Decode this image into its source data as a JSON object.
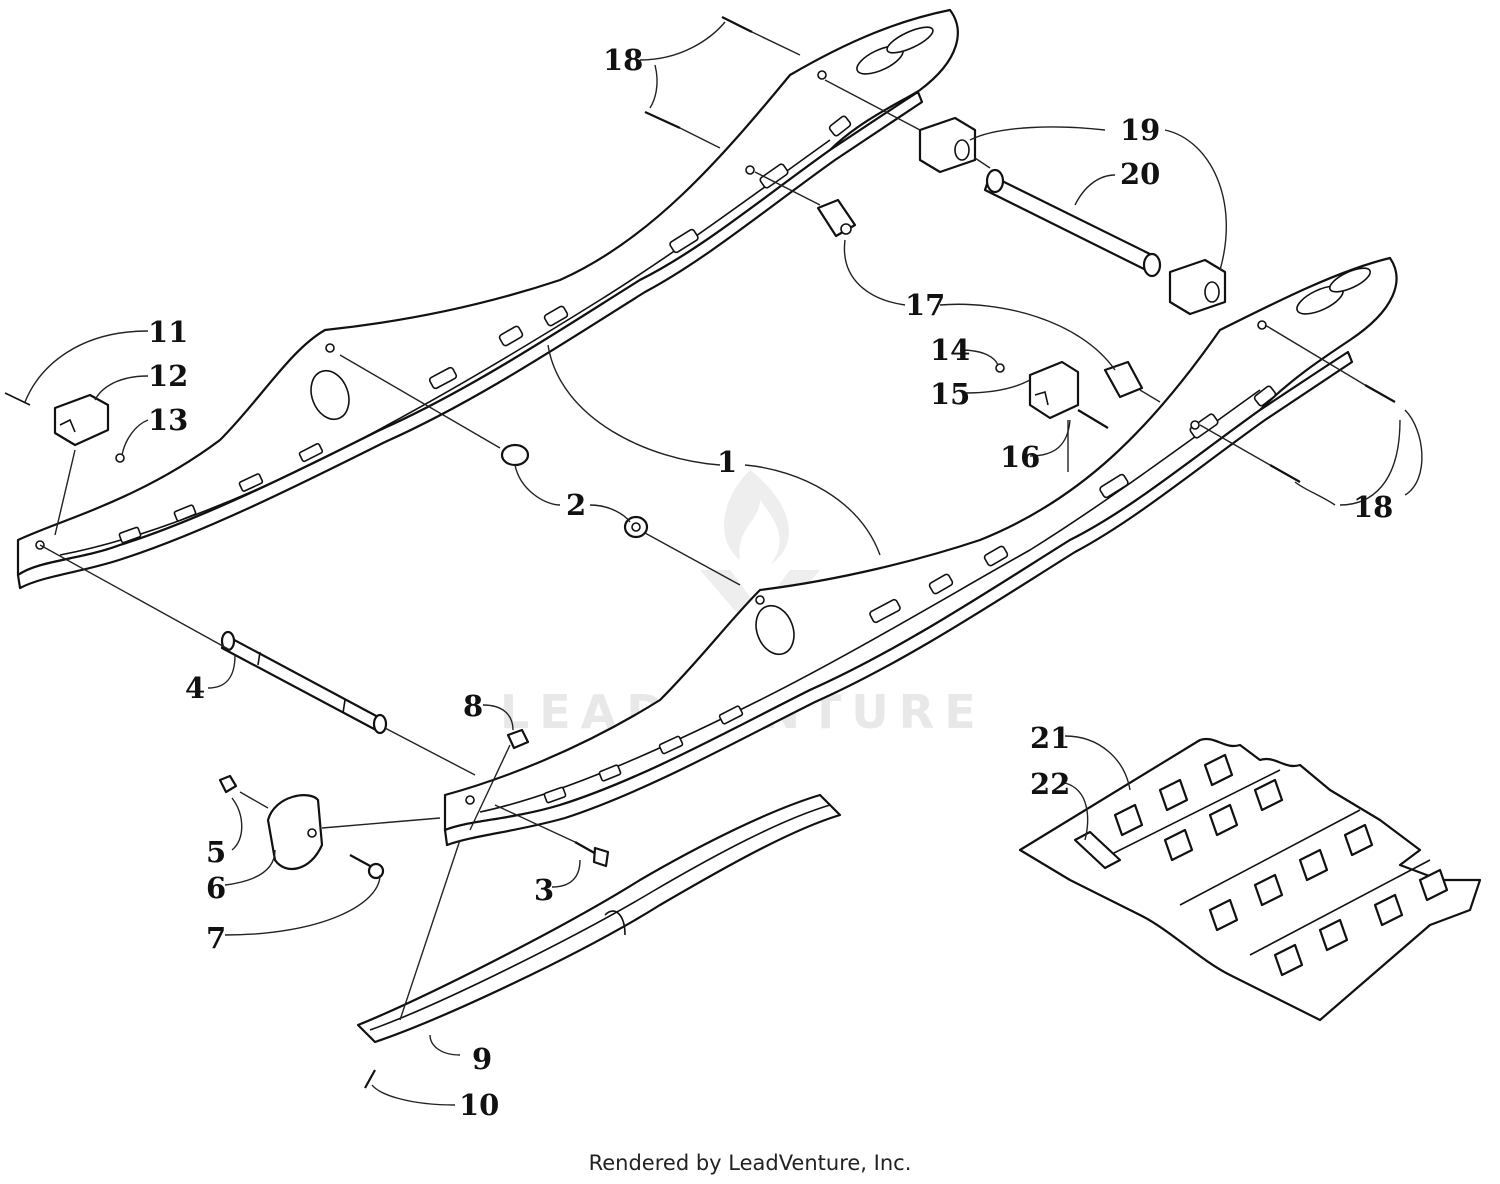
{
  "watermark": {
    "text": "LEADVENTURE"
  },
  "footer": {
    "text": "Rendered by LeadVenture, Inc."
  },
  "callouts": {
    "c1": "1",
    "c2": "2",
    "c3": "3",
    "c4": "4",
    "c5": "5",
    "c6": "6",
    "c7": "7",
    "c8": "8",
    "c9": "9",
    "c10": "10",
    "c11": "11",
    "c12": "12",
    "c13": "13",
    "c14": "14",
    "c15": "15",
    "c16": "16",
    "c17": "17",
    "c18a": "18",
    "c18b": "18",
    "c19": "19",
    "c20": "20",
    "c21": "21",
    "c22": "22"
  }
}
